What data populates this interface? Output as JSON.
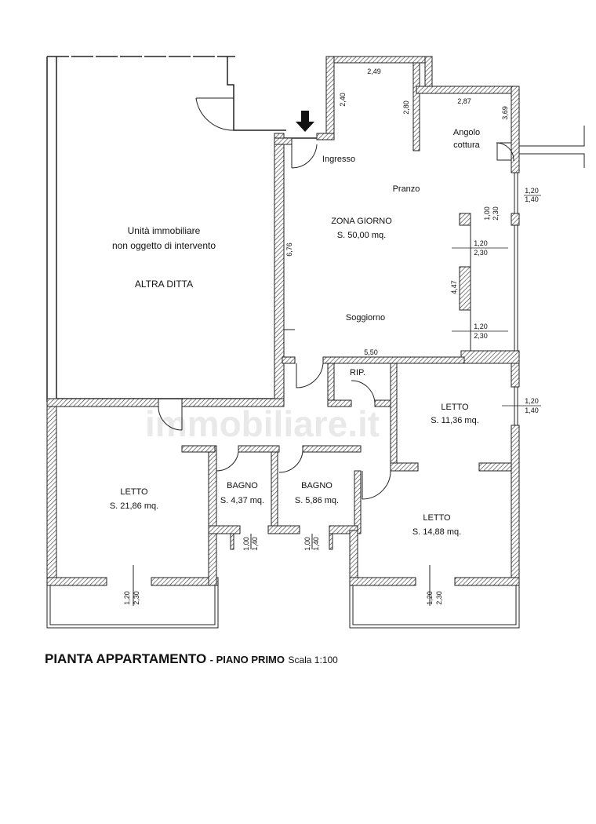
{
  "plan": {
    "title": "PIANTA APPARTAMENTO",
    "subtitle": "- PIANO PRIMO",
    "scale": "Scala 1:100",
    "watermark": "immobiliare.it"
  },
  "rooms": {
    "other_unit_line1": "Unità immobiliare",
    "other_unit_line2": "non oggetto di intervento",
    "other_unit_owner": "ALTRA DITTA",
    "ingresso": "Ingresso",
    "angolo1": "Angolo",
    "angolo2": "cottura",
    "pranzo": "Pranzo",
    "zona_giorno": "ZONA GIORNO",
    "zona_giorno_area": "S. 50,00 mq.",
    "soggiorno": "Soggiorno",
    "rip": "RIP.",
    "letto_a": "LETTO",
    "letto_a_area": "S. 11,36 mq.",
    "letto_b": "LETTO",
    "letto_b_area": "S. 21,86 mq.",
    "bagno_a": "BAGNO",
    "bagno_a_area": "S. 4,37 mq.",
    "bagno_b": "BAGNO",
    "bagno_b_area": "S. 5,86 mq.",
    "letto_c": "LETTO",
    "letto_c_area": "S. 14,88 mq."
  },
  "dimensions": {
    "d_249": "2,49",
    "d_240": "2,40",
    "d_280": "2,80",
    "d_287": "2,87",
    "d_369": "3,69",
    "d_676": "6,76",
    "d_447": "4,47",
    "d_550": "5,50",
    "w1_a": "1,20",
    "w1_b": "1,40",
    "w2_a": "1,00",
    "w2_b": "2,30",
    "w3_a": "1,20",
    "w3_b": "2,30",
    "w4_a": "1,20",
    "w4_b": "2,30",
    "w5_a": "1,20",
    "w5_b": "1,40",
    "w6_a": "1,20",
    "w6_b": "2,30",
    "w7_a": "1,00",
    "w7_b": "1,40",
    "w8_a": "1,00",
    "w8_b": "1,40",
    "w9_a": "1,20",
    "w9_b": "2,30"
  }
}
